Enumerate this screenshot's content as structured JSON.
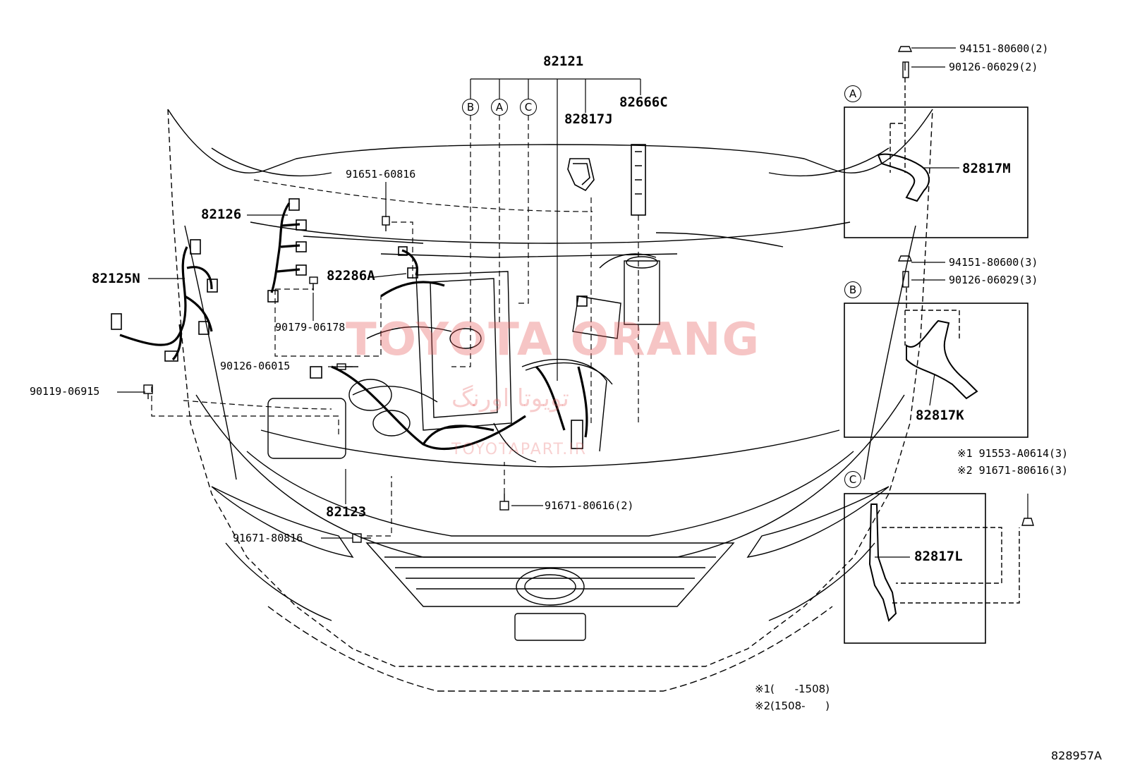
{
  "diagram": {
    "parts": {
      "p82121": "82121",
      "p82817J": "82817J",
      "p82666C": "82666C",
      "p91651": "91651-60816",
      "p82126": "82126",
      "p82125N": "82125N",
      "p82286A": "82286A",
      "p90179": "90179-06178",
      "p90126_06015": "90126-06015",
      "p90119": "90119-06915",
      "p82123": "82123",
      "p91671_80816": "91671-80816",
      "p91671_80616_2": "91671-80616(2)",
      "p94151_2": "94151-80600(2)",
      "p90126_06029_2": "90126-06029(2)",
      "p82817M": "82817M",
      "p94151_3": "94151-80600(3)",
      "p90126_06029_3": "90126-06029(3)",
      "p82817K": "82817K",
      "p91553": "※1 91553-A0614(3)",
      "p91671_80616_3": "※2 91671-80616(3)",
      "p82817L": "82817L"
    },
    "tags": {
      "a": "A",
      "b": "B",
      "c": "C"
    },
    "notes": {
      "n1": "※1(      -1508)",
      "n2": "※2(1508-      )"
    },
    "code": "828957A",
    "watermark": {
      "main": "TOYOTA ORANG",
      "persian": "تویوتا اورنگ",
      "url": "TOYOTAPART.IR"
    }
  }
}
